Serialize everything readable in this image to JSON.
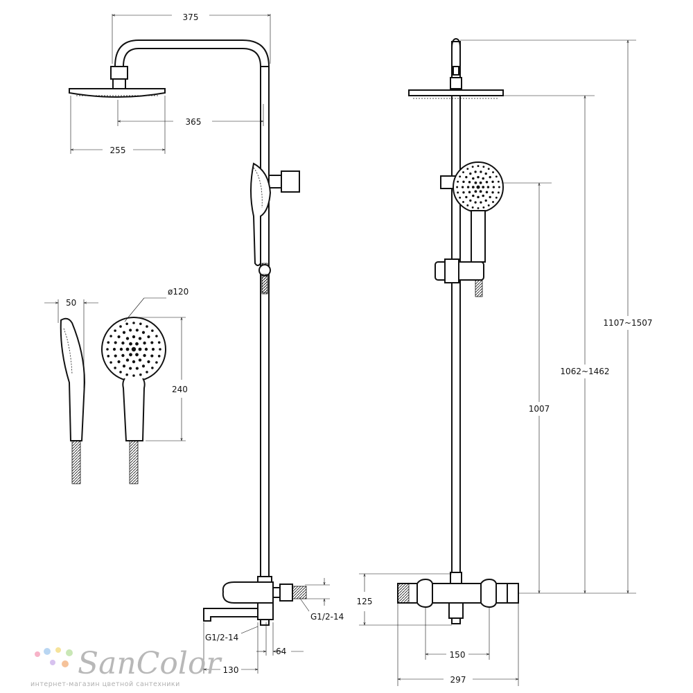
{
  "dimensions": {
    "width_overall": "375",
    "arm_reach": "365",
    "head_diameter": "255",
    "handset_depth": "50",
    "handset_diameter": "ø120",
    "handset_length": "240",
    "height_range_total": "1107~1507",
    "height_range_head": "1062~1462",
    "bar_height": "1007",
    "mixer_height": "125",
    "thread_right": "G1/2-14",
    "thread_left": "G1/2-14",
    "offset_64": "64",
    "spout_130": "130",
    "centers_150": "150",
    "mixer_width": "297"
  },
  "brand": {
    "name": "SanColor",
    "tagline": "интернет-магазин цветной сантехники",
    "dot_colors": [
      "#f7b3c8",
      "#b9d6f2",
      "#f6e39a",
      "#c9e7b6",
      "#d7c2ef",
      "#f5c29a"
    ]
  }
}
